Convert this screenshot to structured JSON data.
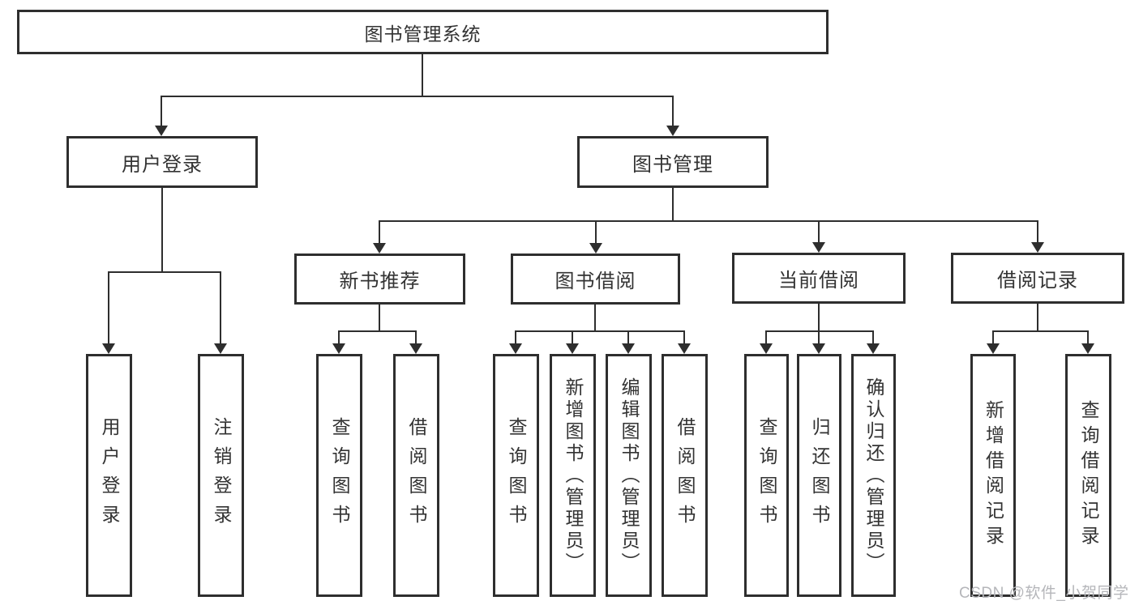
{
  "diagram": {
    "title": "图书管理系统",
    "level2": [
      "用户登录",
      "图书管理"
    ],
    "level3": [
      "新书推荐",
      "图书借阅",
      "当前借阅",
      "借阅记录"
    ],
    "leaves": {
      "user_login": [
        "用户登录",
        "注销登录"
      ],
      "new_book": [
        "查询图书",
        "借阅图书"
      ],
      "book_borrow": [
        "查询图书",
        "新增图书（管理员）",
        "编辑图书（管理员）",
        "借阅图书"
      ],
      "current_borrow": [
        "查询图书",
        "归还图书",
        "确认归还（管理员）"
      ],
      "borrow_record": [
        "新增借阅记录",
        "查询借阅记录"
      ]
    },
    "watermark": "CSDN @软件_小贺同学",
    "colors": {
      "line": "#2e2e2e",
      "text": "#333333",
      "background": "#ffffff",
      "watermark": "#b5b6ba"
    }
  }
}
